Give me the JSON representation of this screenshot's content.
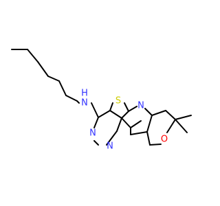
{
  "colors": {
    "bond": "#000000",
    "nitrogen": "#3333ff",
    "sulfur": "#cccc00",
    "oxygen": "#ff0000"
  },
  "atoms": {
    "amine_n": "N",
    "amine_h": "H",
    "sulfur": "S",
    "pyridine_n": "N",
    "pyrimidine_n_upper": "N",
    "pyrimidine_n_lower": "N",
    "pyran_o": "O"
  }
}
